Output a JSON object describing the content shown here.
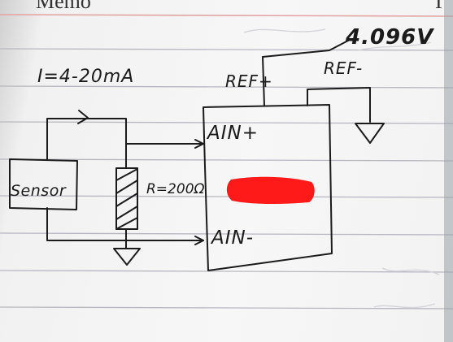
{
  "page": {
    "header_left": "Memo",
    "header_right": "I"
  },
  "diagram": {
    "current": "I=4-20mA",
    "voltage": "4.096V",
    "ref_plus": "REF+",
    "ref_minus": "REF-",
    "ain_plus": "AIN+",
    "ain_minus": "AIN-",
    "sensor": "Sensor",
    "resistor": "R=200Ω"
  },
  "colors": {
    "ink": "#1b1b1b",
    "rule": "#b7b7c2",
    "margin_rule": "#e3a3a3",
    "redaction": "#ff1a1a"
  }
}
